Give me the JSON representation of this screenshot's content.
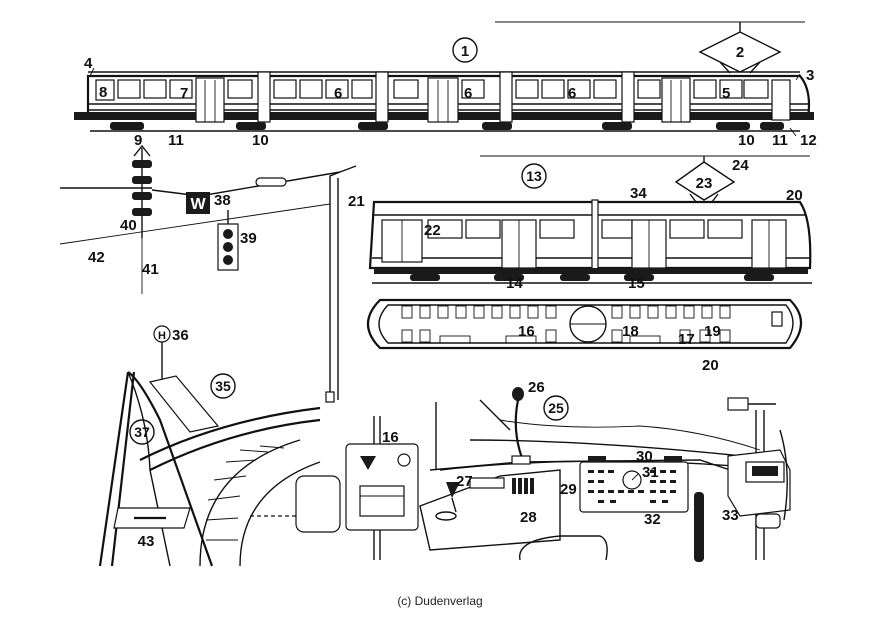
{
  "credit": "(c) Dudenverlag",
  "labels": {
    "l1": "1",
    "l2": "2",
    "l3": "3",
    "l4": "4",
    "l5": "5",
    "l6a": "6",
    "l6b": "6",
    "l6c": "6",
    "l7": "7",
    "l8": "8",
    "l9": "9",
    "l10a": "10",
    "l10b": "10",
    "l11a": "11",
    "l11b": "11",
    "l12": "12",
    "l13": "13",
    "l14": "14",
    "l15": "15",
    "l16a": "16",
    "l16b": "16",
    "l17": "17",
    "l18": "18",
    "l19": "19",
    "l20a": "20",
    "l20b": "20",
    "l21": "21",
    "l22": "22",
    "l23": "23",
    "l24": "24",
    "l25": "25",
    "l26": "26",
    "l27": "27",
    "l28": "28",
    "l29": "29",
    "l30": "30",
    "l31": "31",
    "l32": "32",
    "l33": "33",
    "l34": "34",
    "l35": "35",
    "l36": "36",
    "l37": "37",
    "l38": "38",
    "l39": "39",
    "l40": "40",
    "l41": "41",
    "l42": "42",
    "l43": "43"
  },
  "signs": {
    "w_sign": "W",
    "h_sign": "H"
  }
}
